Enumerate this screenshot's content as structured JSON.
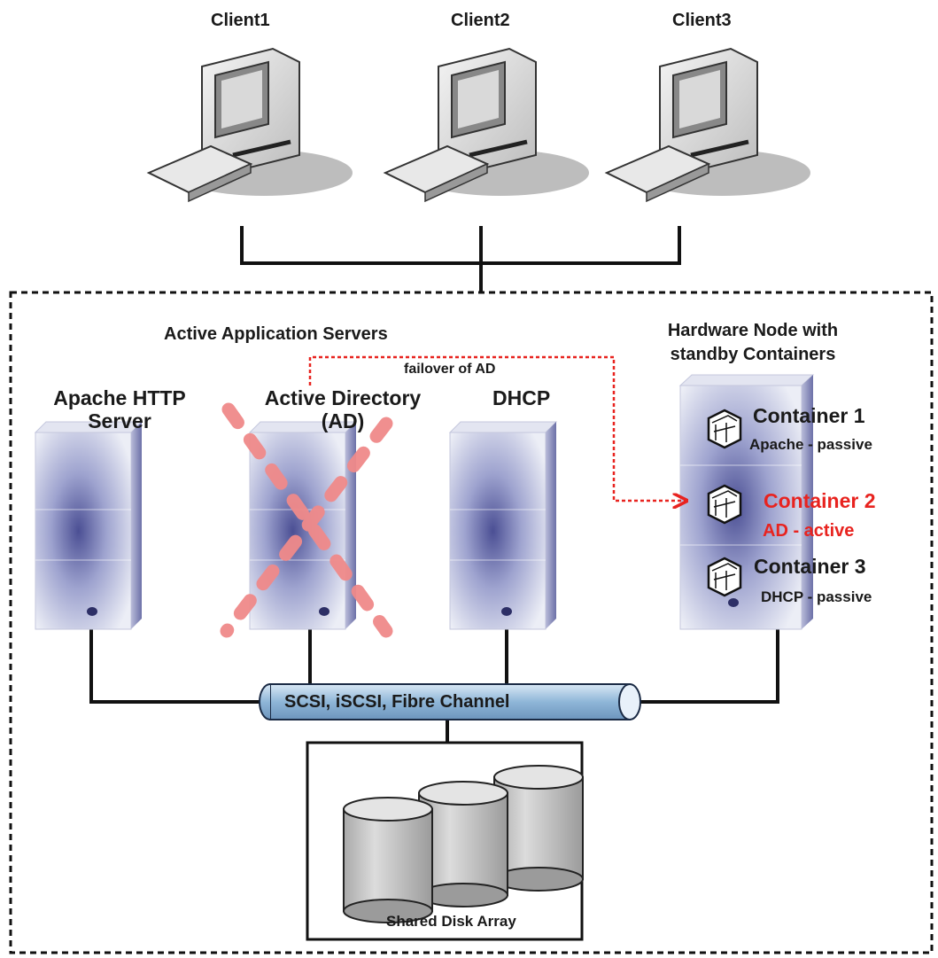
{
  "clients": [
    {
      "label": "Client1"
    },
    {
      "label": "Client2"
    },
    {
      "label": "Client3"
    }
  ],
  "cluster": {
    "group_label": "Active Application Servers",
    "failover_label": "failover of AD",
    "servers": [
      {
        "label_line1": "Apache HTTP",
        "label_line2": "Server",
        "failed": false
      },
      {
        "label_line1": "Active Directory",
        "label_line2": "(AD)",
        "failed": true
      },
      {
        "label_line1": "DHCP",
        "label_line2": "",
        "failed": false
      }
    ],
    "hardware_node": {
      "label_line1": "Hardware Node with",
      "label_line2": "standby Containers",
      "containers": [
        {
          "name": "Container 1",
          "status": "Apache - passive",
          "active": false
        },
        {
          "name": "Container 2",
          "status": "AD - active",
          "active": true
        },
        {
          "name": "Container 3",
          "status": "DHCP - passive",
          "active": false
        }
      ]
    },
    "bus_label": "SCSI, iSCSI, Fibre Channel",
    "storage_label": "Shared Disk Array"
  },
  "colors": {
    "failure_red": "#f08a8a",
    "active_red": "#e8231f",
    "bus_blue": "#8fb6d8",
    "disk_gray": "#c9c9c9"
  }
}
